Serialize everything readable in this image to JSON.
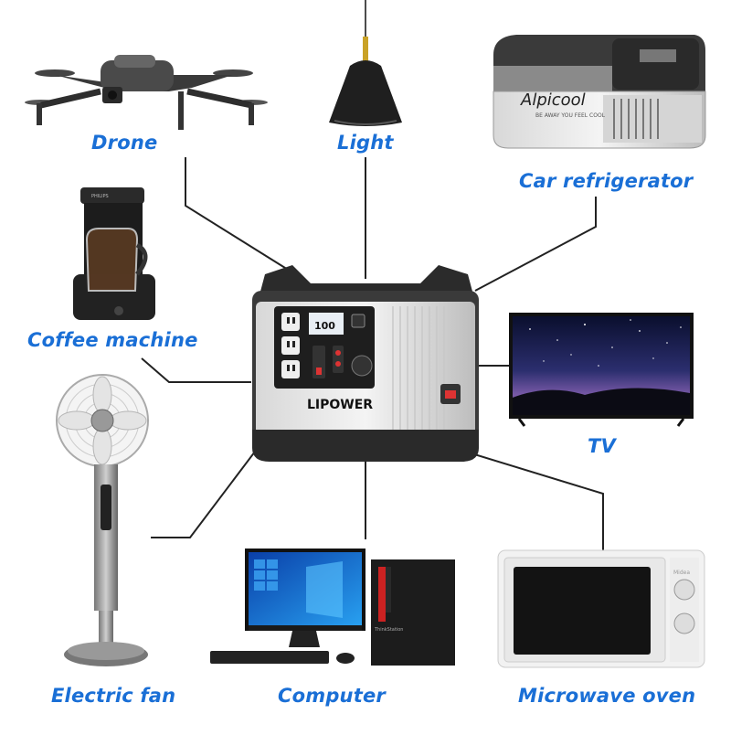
{
  "brand": {
    "name": "LIPOWER",
    "screen_readout": "100"
  },
  "devices": {
    "drone": {
      "label": "Drone"
    },
    "light": {
      "label": "Light"
    },
    "car_refrigerator": {
      "label": "Car refrigerator",
      "brand_text": "Alpicool",
      "tagline": "BE AWAY YOU FEEL COOL"
    },
    "coffee_machine": {
      "label": "Coffee machine",
      "brand_text": "PHILIPS"
    },
    "tv": {
      "label": "TV"
    },
    "electric_fan": {
      "label": "Electric fan"
    },
    "computer": {
      "label": "Computer",
      "tower_text": "ThinkStation"
    },
    "microwave_oven": {
      "label": "Microwave oven",
      "brand_text": "Midea"
    }
  },
  "colors": {
    "label": "#1a6fd6",
    "connector": "#222222"
  }
}
